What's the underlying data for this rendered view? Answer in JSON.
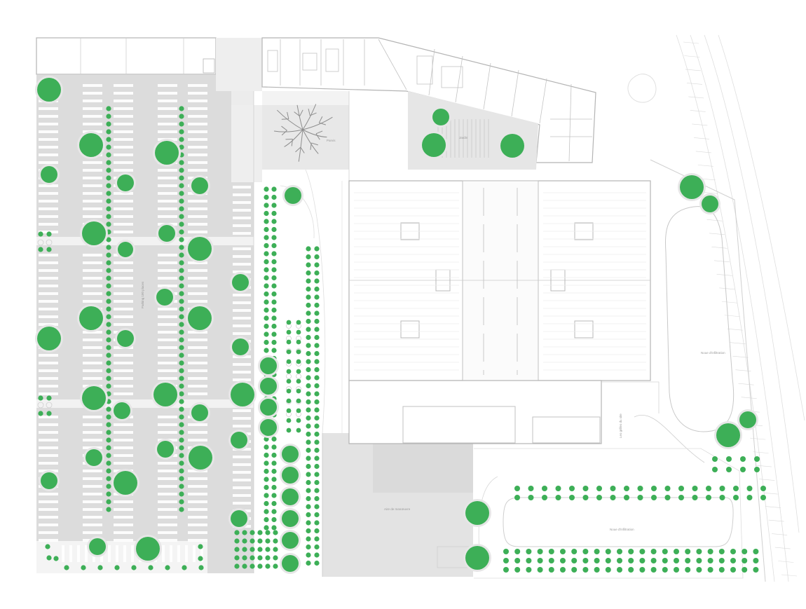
{
  "plan": {
    "colors": {
      "background": "#ffffff",
      "tree": "#3daf57",
      "tree_halo": "#e6e6e6",
      "shrub": "#3daf57",
      "parking_surface": "#dcdcdc",
      "paving": "#eeeeee",
      "building_line": "#b4b4b4",
      "stall_marking": "#ffffff",
      "faint_line": "#d9d9d9"
    },
    "labels": {
      "parking": "Parking 180 places",
      "retention": "Aire de manœuvre",
      "noue_east": "Noue d'infiltration",
      "noue_south": "Noue d'infiltration",
      "fence": "Les grilles du site",
      "deck": "Parvis",
      "patio": "Jardin"
    }
  }
}
